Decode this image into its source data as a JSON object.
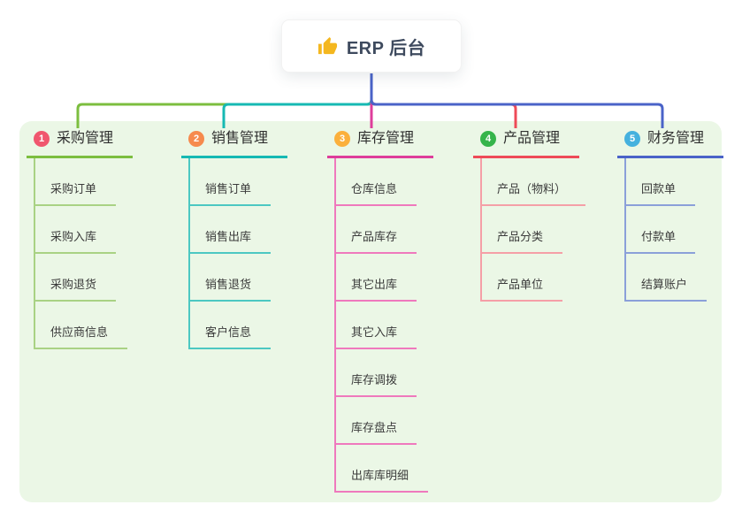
{
  "root": {
    "title": "ERP 后台",
    "icon": "thumbs-up",
    "icon_color": "#f4b71f"
  },
  "canvas": {
    "background": "#ffffff",
    "panel_bg": "#ebf7e6"
  },
  "branches": [
    {
      "number": "1",
      "label": "采购管理",
      "badge_color": "#f0566e",
      "color": "#7cbe3f",
      "line_color": "#a9d284",
      "children": [
        "采购订单",
        "采购入库",
        "采购退货",
        "供应商信息"
      ]
    },
    {
      "number": "2",
      "label": "销售管理",
      "badge_color": "#f68a4d",
      "color": "#16b9b3",
      "line_color": "#4cc8c2",
      "children": [
        "销售订单",
        "销售出库",
        "销售退货",
        "客户信息"
      ]
    },
    {
      "number": "3",
      "label": "库存管理",
      "badge_color": "#fbb03c",
      "color": "#de3d9b",
      "line_color": "#ef79bd",
      "children": [
        "仓库信息",
        "产品库存",
        "其它出库",
        "其它入库",
        "库存调拨",
        "库存盘点",
        "出库库明细"
      ]
    },
    {
      "number": "4",
      "label": "产品管理",
      "badge_color": "#35b44a",
      "color": "#ee4b58",
      "line_color": "#f59fa7",
      "children": [
        "产品（物料）",
        "产品分类",
        "产品单位"
      ]
    },
    {
      "number": "5",
      "label": "财务管理",
      "badge_color": "#45b1de",
      "color": "#4a63c8",
      "line_color": "#8ba0d9",
      "children": [
        "回款单",
        "付款单",
        "结算账户"
      ]
    }
  ]
}
